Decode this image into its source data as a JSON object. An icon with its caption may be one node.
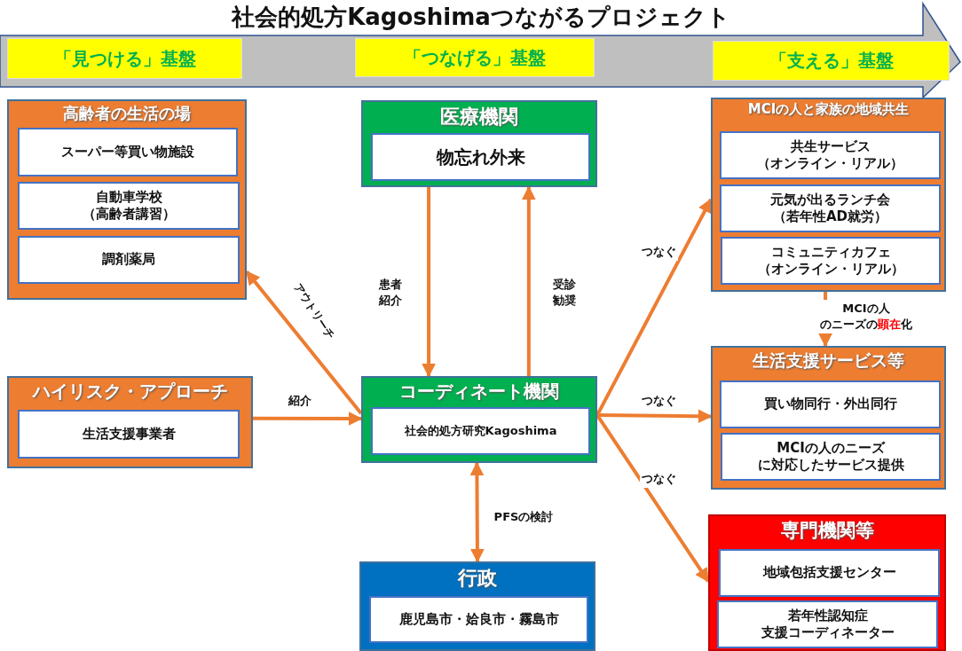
{
  "diagram": {
    "title": "社会的処方Kagoshimaつながるプロジェクト",
    "nodes": [
      {
        "text": [
          "「見つける」基盤"
        ]
      },
      {
        "text": [
          "「つなげる」基盤"
        ]
      },
      {
        "text": [
          "「支える」基盤"
        ]
      },
      {
        "text": [
          "高齢者の生活の場"
        ]
      },
      {
        "text": [
          "スーパー等買い物施設"
        ],
        "in": 3
      },
      {
        "text": [
          "自動車学校（高齢者講習）"
        ],
        "in": 3
      },
      {
        "text": [
          "調剤薬局"
        ],
        "in": 3
      },
      {
        "text": [
          "ハイリスク・アプローチ"
        ]
      },
      {
        "text": [
          "生活支援事業者"
        ],
        "in": 7
      },
      {
        "text": [
          "医療機関"
        ]
      },
      {
        "text": [
          "物忘れ外来"
        ],
        "in": 9
      },
      {
        "text": [
          "コーディネート機関"
        ]
      },
      {
        "text": [
          "社会的処方研究Kagoshima"
        ],
        "in": 11
      },
      {
        "text": [
          "行政"
        ]
      },
      {
        "text": [
          "鹿児島市・姶良市・霧島市"
        ],
        "in": 13
      },
      {
        "text": [
          "MCIの人と家族の地域共生"
        ]
      },
      {
        "text": [
          "共生サービス（オンライン・リアル）"
        ],
        "in": 15
      },
      {
        "text": [
          "元気が出るランチ会（若年性AD就労）"
        ],
        "in": 15
      },
      {
        "text": [
          "コミュニティカフェ（オンライン・リアル）"
        ],
        "in": 15
      },
      {
        "text": [
          "生活支援サービス等"
        ]
      },
      {
        "text": [
          "買い物同行・外出同行"
        ],
        "in": 19
      },
      {
        "text": [
          "MCIの人のニーズに対応したサービス提供"
        ],
        "in": 19
      },
      {
        "text": [
          "専門機関等"
        ]
      },
      {
        "text": [
          "地域包括支援センター"
        ],
        "in": 22
      },
      {
        "text": [
          "若年性認知症支援コーディネーター"
        ],
        "in": 22
      }
    ],
    "edges": [
      {
        "from": 11,
        "to": 3,
        "arrow": "to",
        "label": "アウトリーチ"
      },
      {
        "from": 7,
        "to": 11,
        "arrow": "to",
        "label": "紹介"
      },
      {
        "from": 9,
        "to": 11,
        "arrow": "to",
        "label": "患者紹介"
      },
      {
        "from": 11,
        "to": 9,
        "arrow": "to",
        "label": "受診勧奨"
      },
      {
        "from": 11,
        "to": 15,
        "arrow": "to",
        "label": "つなぐ"
      },
      {
        "from": 11,
        "to": 19,
        "arrow": "to",
        "label": "つなぐ"
      },
      {
        "from": 11,
        "to": 22,
        "arrow": "to",
        "label": "つなぐ"
      },
      {
        "from": 11,
        "to": 13,
        "arrow": "both",
        "label": "PFSの検討"
      },
      {
        "from": 15,
        "to": 19,
        "arrow": "to",
        "label": "MCIの人のニーズの**顕在**化"
      }
    ]
  }
}
